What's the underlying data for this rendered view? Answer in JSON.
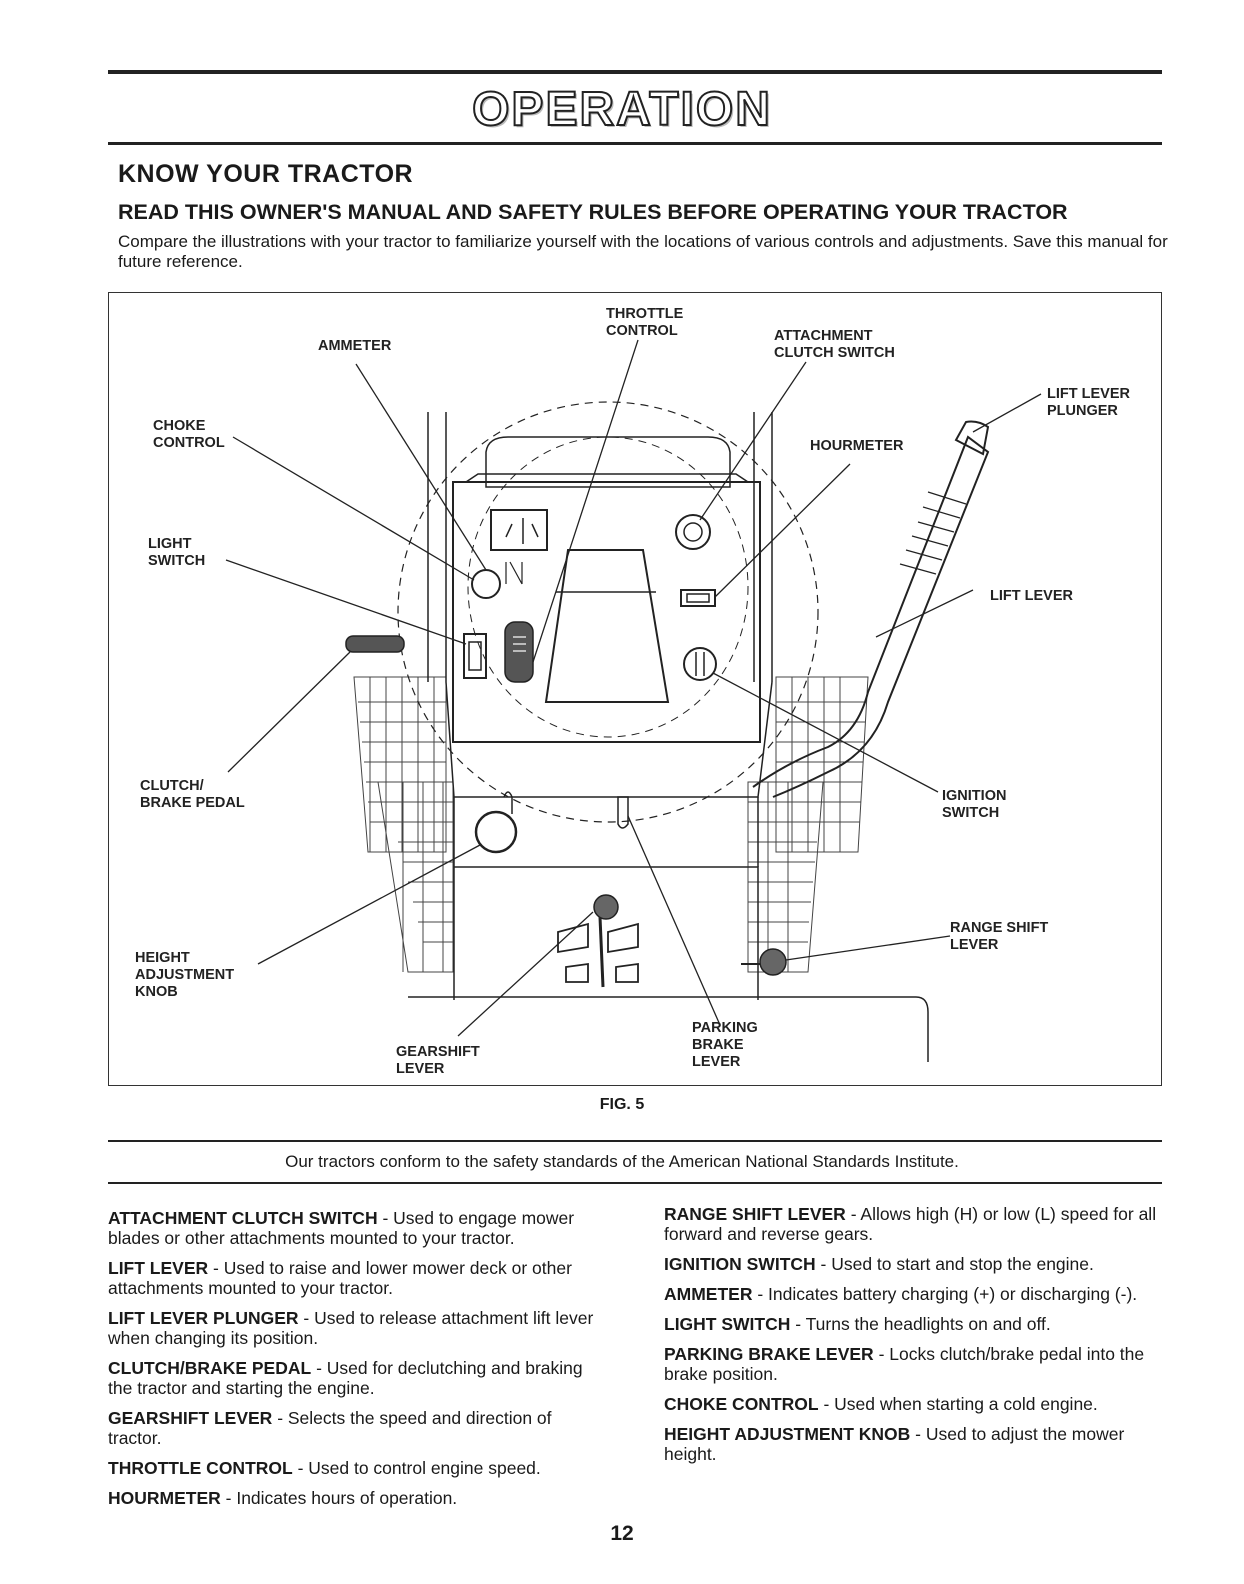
{
  "section_title": "OPERATION",
  "subtitle": "KNOW YOUR TRACTOR",
  "read_heading": "READ THIS OWNER'S MANUAL AND SAFETY RULES BEFORE OPERATING YOUR TRACTOR",
  "intro": "Compare the illustrations with your tractor to familiarize yourself with the locations of various controls and adjustments. Save this manual for future reference.",
  "figure": {
    "labels": {
      "throttle_control": "THROTTLE\nCONTROL",
      "ammeter": "AMMETER",
      "attachment_clutch_switch": "ATTACHMENT\nCLUTCH SWITCH",
      "lift_lever_plunger": "LIFT LEVER\nPLUNGER",
      "choke_control": "CHOKE\nCONTROL",
      "hourmeter": "HOURMETER",
      "light_switch": "LIGHT\nSWITCH",
      "lift_lever": "LIFT LEVER",
      "clutch_brake_pedal": "CLUTCH/\nBRAKE PEDAL",
      "ignition_switch": "IGNITION\nSWITCH",
      "range_shift_lever": "RANGE SHIFT\nLEVER",
      "height_adjustment_knob": "HEIGHT\nADJUSTMENT\nKNOB",
      "parking_brake_lever": "PARKING\nBRAKE\nLEVER",
      "gearshift_lever": "GEARSHIFT\nLEVER"
    },
    "caption": "FIG. 5"
  },
  "ansi_note": "Our tractors conform to the safety standards of the American National Standards Institute.",
  "descriptions_left": [
    {
      "term": "ATTACHMENT CLUTCH SWITCH",
      "text": " - Used to engage mower blades or other attachments mounted to your tractor."
    },
    {
      "term": "LIFT LEVER",
      "text": " - Used to raise and lower mower deck or other attachments mounted to your tractor."
    },
    {
      "term": "LIFT LEVER PLUNGER",
      "text": " - Used to release attachment lift lever when changing its position."
    },
    {
      "term": "CLUTCH/BRAKE PEDAL",
      "text": " - Used for declutching and braking the tractor and starting the engine."
    },
    {
      "term": "GEARSHIFT LEVER",
      "text": " - Selects the speed and direction of tractor."
    },
    {
      "term": "THROTTLE CONTROL",
      "text": " - Used to control engine speed."
    },
    {
      "term": "HOURMETER",
      "text": " - Indicates hours of operation."
    }
  ],
  "descriptions_right": [
    {
      "term": "RANGE SHIFT LEVER",
      "text": " - Allows high (H) or low (L) speed for all forward and reverse gears."
    },
    {
      "term": "IGNITION SWITCH",
      "text": " - Used to start and stop the engine."
    },
    {
      "term": "AMMETER",
      "text": " - Indicates battery charging (+) or discharging (-)."
    },
    {
      "term": "LIGHT SWITCH",
      "text": " - Turns the headlights on and off."
    },
    {
      "term": "PARKING BRAKE LEVER",
      "text": " - Locks clutch/brake pedal into the brake position."
    },
    {
      "term": "CHOKE CONTROL",
      "text": " - Used when starting a cold engine."
    },
    {
      "term": "HEIGHT ADJUSTMENT KNOB",
      "text": " - Used to adjust the mower height."
    }
  ],
  "page_number": "12"
}
